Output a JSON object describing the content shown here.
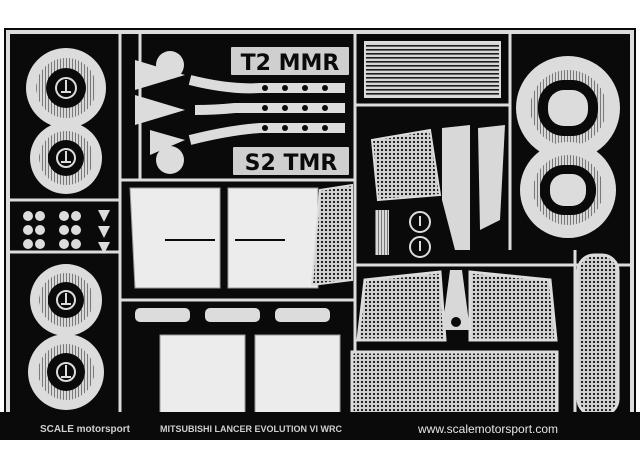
{
  "sheet": {
    "label_top": "T2 MMR",
    "label_bottom": "S2 TMR",
    "footer_brand": "SCALE motorsport",
    "footer_model": "MITSUBISHI LANCER EVOLUTION VI WRC",
    "footer_url": "www.scalemotorsport.com"
  },
  "colors": {
    "metal": "#dcdcdc",
    "metal_light": "#f2f2f2",
    "etch": "#0a0a0a",
    "background": "#ffffff"
  }
}
